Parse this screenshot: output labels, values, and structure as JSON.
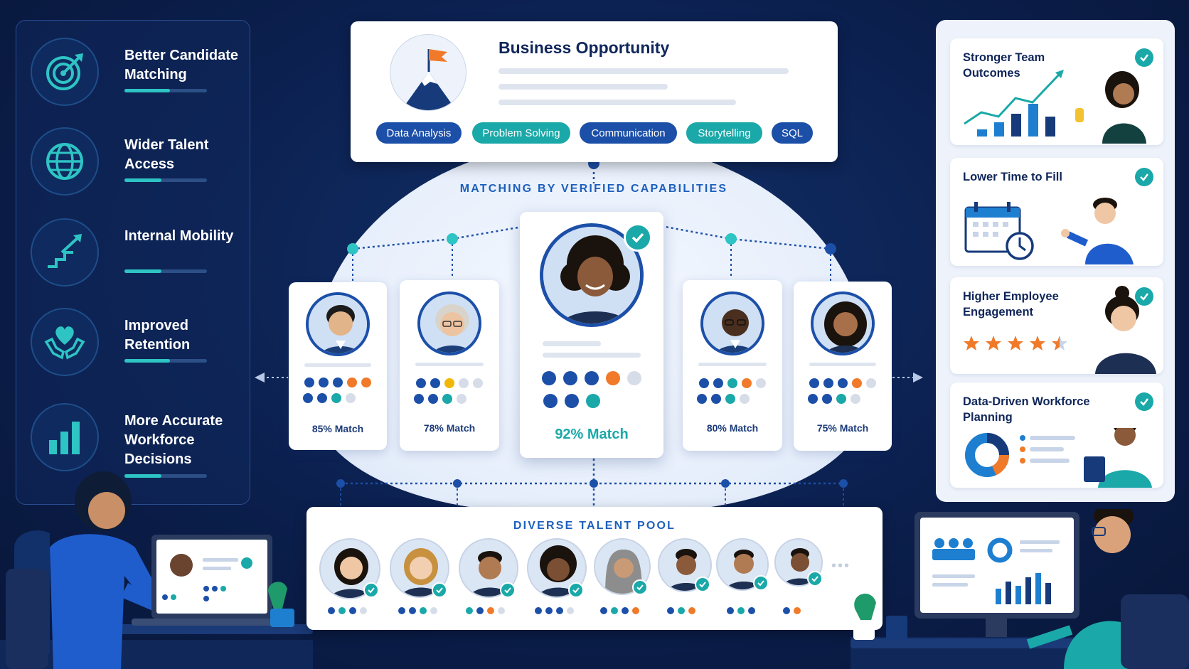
{
  "benefits": [
    {
      "label": "Better Candidate Matching",
      "icon": "target-icon",
      "progress": 0.55
    },
    {
      "label": "Wider Talent Access",
      "icon": "globe-icon",
      "progress": 0.45
    },
    {
      "label": "Internal Mobility",
      "icon": "career-stairs-icon",
      "progress": 0.45
    },
    {
      "label": "Improved Retention",
      "icon": "heart-hands-icon",
      "progress": 0.55
    },
    {
      "label": "More Accurate Workforce Decisions",
      "icon": "bar-chart-icon",
      "progress": 0.45
    }
  ],
  "business_opportunity": {
    "title": "Business Opportunity",
    "icon": "mountain-flag-icon",
    "skills": [
      "Data Analysis",
      "Problem Solving",
      "Communication",
      "Storytelling",
      "SQL"
    ]
  },
  "matching": {
    "heading": "MATCHING BY VERIFIED CAPABILITIES",
    "candidates": [
      {
        "match": "85% Match"
      },
      {
        "match": "78% Match"
      },
      {
        "match": "92% Match",
        "top": true
      },
      {
        "match": "80% Match"
      },
      {
        "match": "75% Match"
      }
    ]
  },
  "talent_pool": {
    "title": "DIVERSE TALENT POOL",
    "more_indicator": "•••"
  },
  "outcomes": [
    {
      "label": "Stronger Team Outcomes",
      "illustration": "growth-chart-icon"
    },
    {
      "label": "Lower Time to Fill",
      "illustration": "calendar-clock-icon"
    },
    {
      "label": "Higher Employee Engagement",
      "illustration": "star-rating-icon",
      "rating": 4.5,
      "rating_max": 5
    },
    {
      "label": "Data-Driven Workforce Planning",
      "illustration": "donut-chart-icon"
    }
  ],
  "colors": {
    "navy": "#0b1f4d",
    "blue": "#1c4fa8",
    "teal": "#1aa8a8",
    "orange": "#f07a2a",
    "yellow": "#f2b705"
  }
}
